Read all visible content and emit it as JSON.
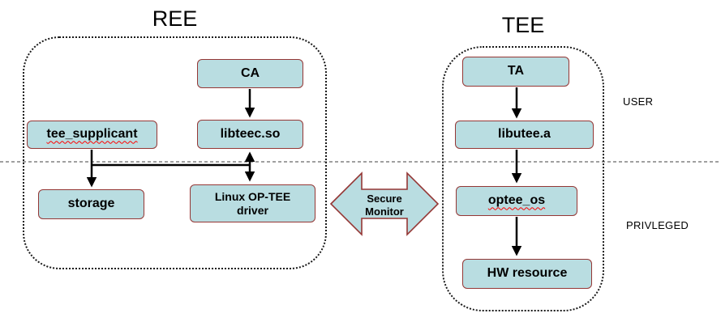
{
  "titles": {
    "ree": "REE",
    "tee": "TEE"
  },
  "nodes": {
    "ca": "CA",
    "libteec": "libteec.so",
    "tee_supplicant": "tee_supplicant",
    "storage": "storage",
    "driver": "Linux OP-TEE driver",
    "ta": "TA",
    "libutee": "libutee.a",
    "optee_os": "optee_os",
    "hw_resource": "HW resource"
  },
  "secure_monitor": "Secure Monitor",
  "side_labels": {
    "user": "USER",
    "privileged": "PRIVLEGED"
  },
  "colors": {
    "node_fill": "#b9dde1",
    "node_border": "#953735",
    "container_border": "#1a1a1a",
    "arrow": "#000000",
    "misspell_underline": "#ff0000"
  }
}
